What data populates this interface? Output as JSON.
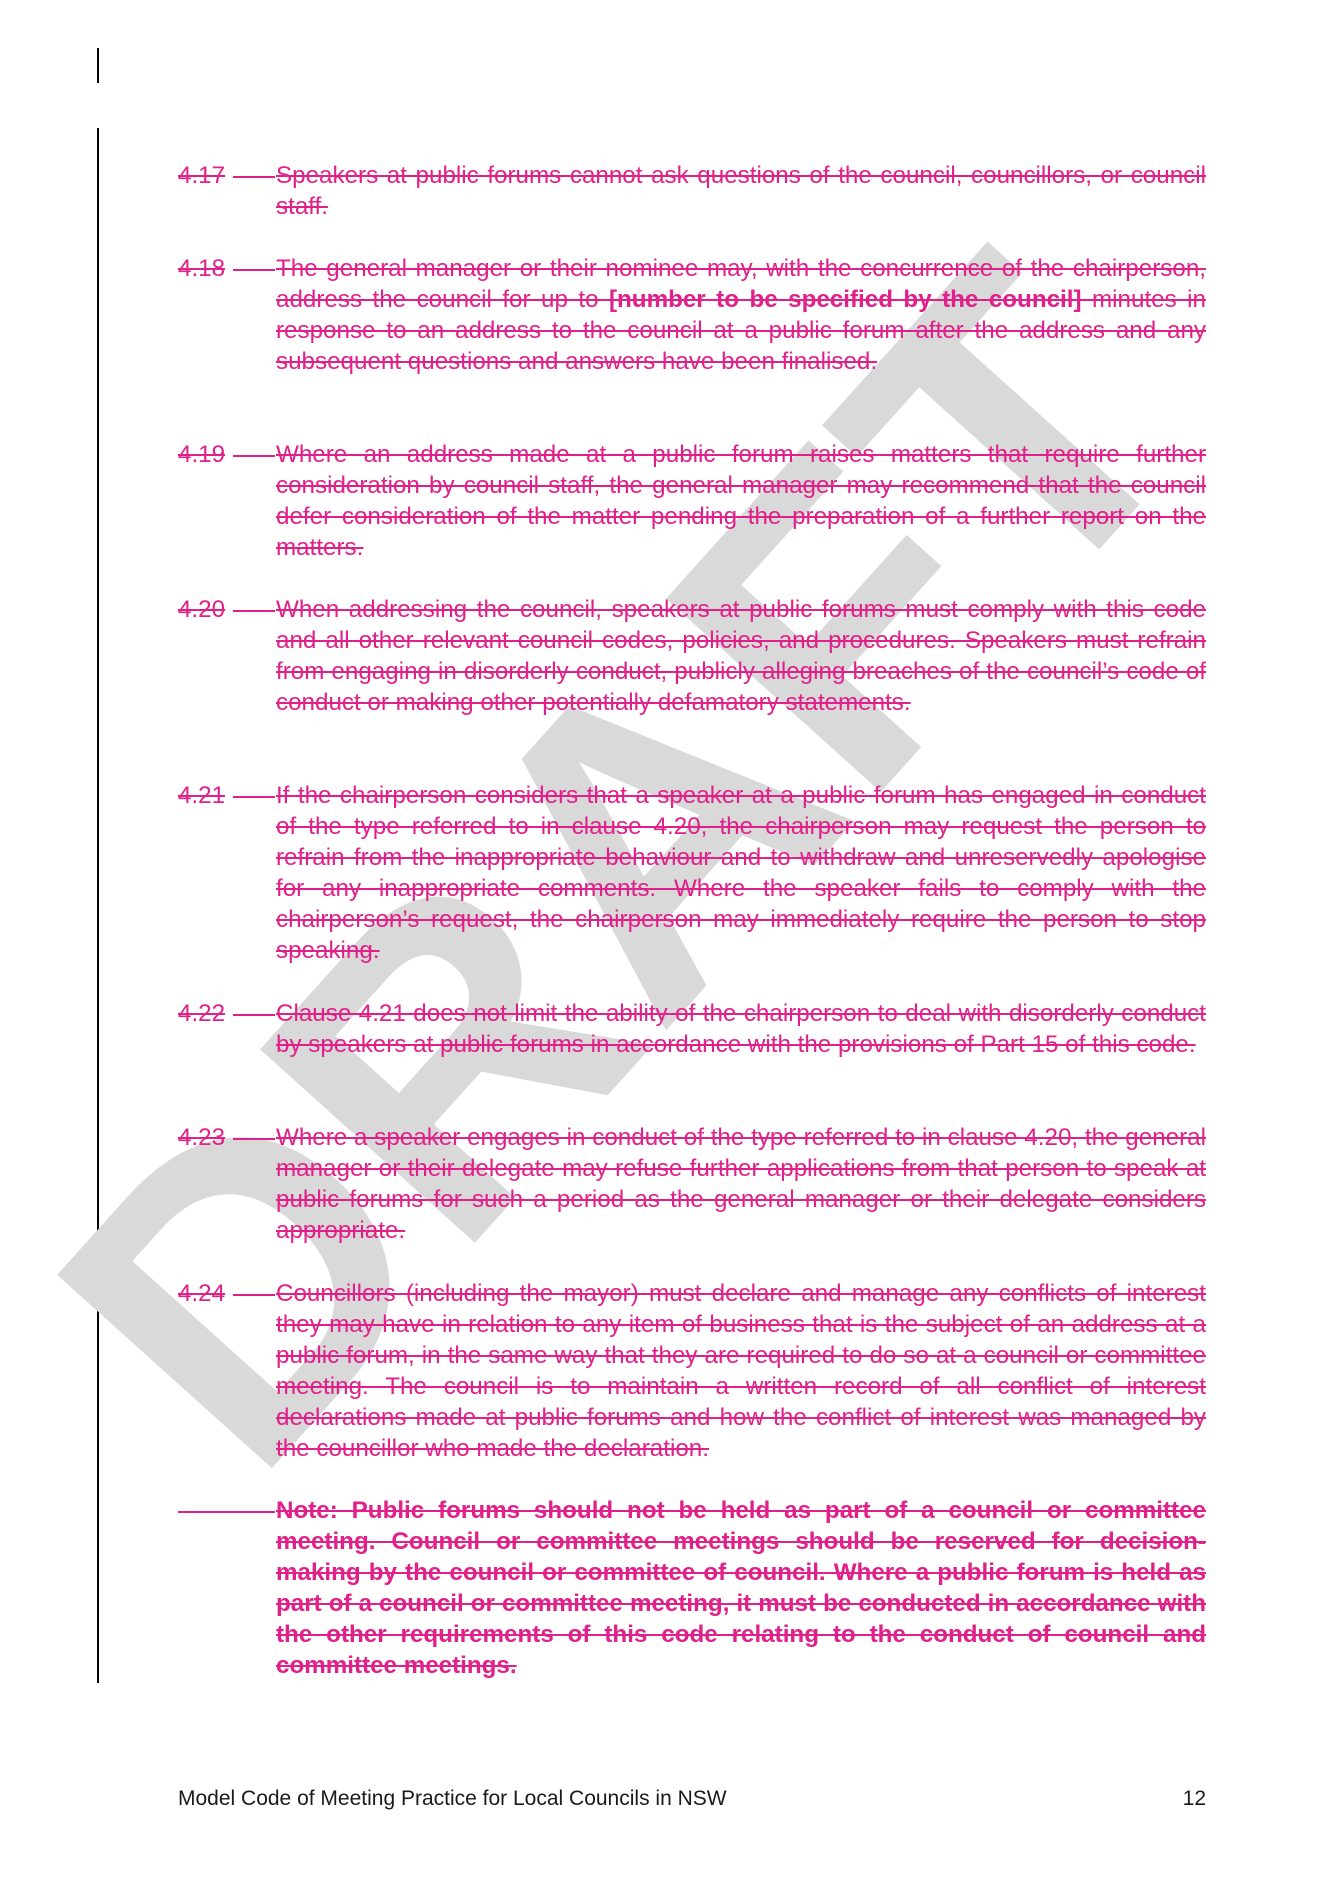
{
  "watermark": "DRAFT",
  "clauses": [
    {
      "num": "4.17",
      "text": "Speakers at public forums cannot ask questions of the council, councillors, or council staff."
    },
    {
      "num": "4.18",
      "text_before": "The general manager or their nominee may, with the concurrence of the chairperson, address the council for up to ",
      "text_bold": "[number to be specified by the council]",
      "text_after": " minutes in response to an address to the council at a public forum after the address and any subsequent questions and answers have been finalised."
    },
    {
      "num": "4.19",
      "text": "Where an address made at a public forum raises matters that require further consideration by council staff, the general manager may recommend that the council defer consideration of the matter pending the preparation of a further report on the matters."
    },
    {
      "num": "4.20",
      "text": "When addressing the council, speakers at public forums must comply with this code and all other relevant council codes, policies, and procedures. Speakers must refrain from engaging in disorderly conduct, publicly alleging breaches of the council’s code of conduct or making other potentially defamatory statements."
    },
    {
      "num": "4.21",
      "text": "If the chairperson considers that a speaker at a public forum has engaged in conduct of the type referred to in clause 4.20, the chairperson may request the person to refrain from the inappropriate behaviour and to withdraw and unreservedly apologise for any inappropriate comments. Where the speaker fails to comply with the chairperson’s request, the chairperson may immediately require the person to stop speaking."
    },
    {
      "num": "4.22",
      "text": "Clause 4.21 does not limit the ability of the chairperson to deal with disorderly conduct by speakers at public forums in accordance with the provisions of Part 15 of this code."
    },
    {
      "num": "4.23",
      "text": "Where a speaker engages in conduct of the type referred to in clause 4.20, the general manager or their delegate may refuse further applications from that person to speak at public forums for such a period as the general manager or their delegate considers appropriate."
    },
    {
      "num": "4.24",
      "text": "Councillors (including the mayor) must declare and manage any conflicts of interest they may have in relation to any item of business that is the subject of an address at a public forum, in the same way that they are required to do so at a council or committee meeting. The council is to maintain a written record of all conflict of interest declarations made at public forums and how the conflict of interest was managed by the councillor who made the declaration."
    }
  ],
  "note": "Note: Public forums should not be held as part of a council or committee meeting. Council or committee meetings should be reserved for decision-making by the council or committee of council. Where a public forum is held as part of a council or committee meeting, it must be conducted in accordance with the other requirements of this code relating to the conduct of council and committee meetings.",
  "footer": {
    "title": "Model Code of Meeting Practice for Local Councils in NSW",
    "page": "12"
  },
  "colors": {
    "text": "#e0218a",
    "watermark": "#d9d9d9"
  }
}
